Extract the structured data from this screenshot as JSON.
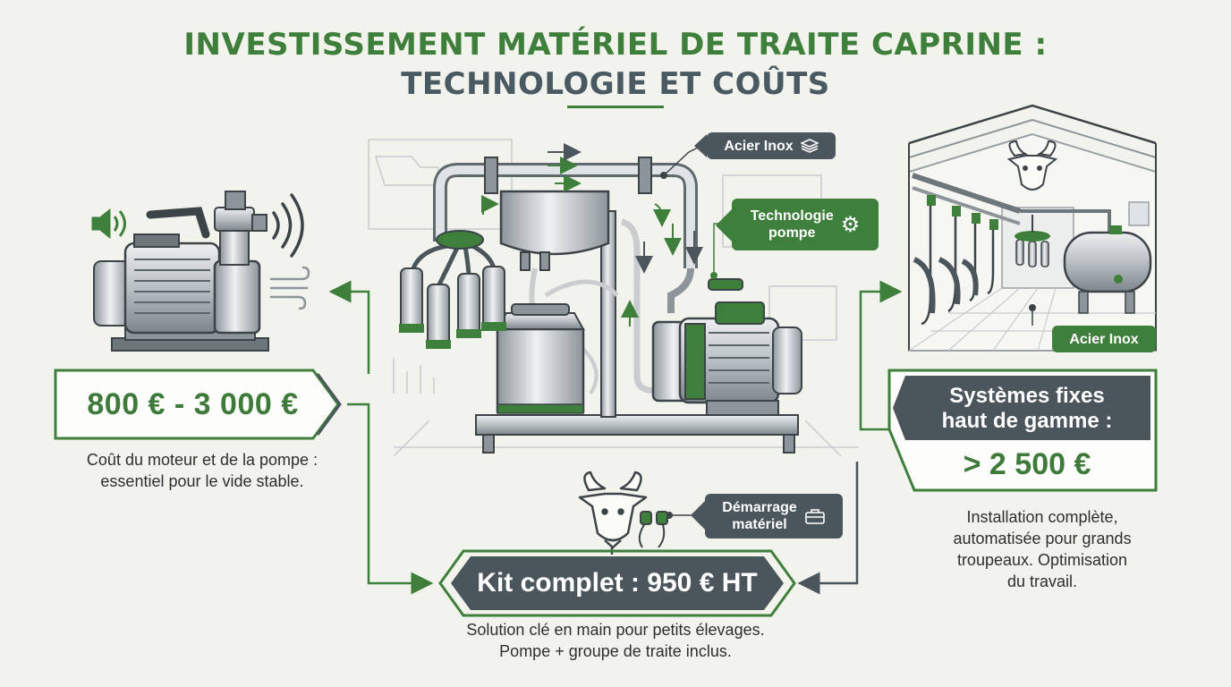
{
  "title": {
    "line1": "INVESTISSEMENT MATÉRIEL DE TRAITE CAPRINE :",
    "line2": "TECHNOLOGIE ET COÛTS"
  },
  "left": {
    "price": "800 € - 3 000 €",
    "description_line1": "Coût du moteur et de la pompe :",
    "description_line2": "essentiel pour le vide stable."
  },
  "center": {
    "label_steel": "Acier Inox",
    "label_technology_line1": "Technologie",
    "label_technology_line2": "pompe",
    "label_start_line1": "Démarrage",
    "label_start_line2": "matériel",
    "kit_price": "Kit complet : 950 € HT",
    "description_line1": "Solution clé en main pour petits élevages.",
    "description_line2": "Pompe + groupe de traite inclus."
  },
  "right": {
    "label_steel": "Acier Inox",
    "heading_line1": "Systèmes fixes",
    "heading_line2": "haut de gamme :",
    "price": "> 2 500 €",
    "description_line1": "Installation complète,",
    "description_line2": "automatisée pour grands",
    "description_line3": "troupeaux. Optimisation",
    "description_line4": "du travail."
  },
  "colors": {
    "green": "#3f7f3c",
    "dark": "#4a555c",
    "background": "#f3f3ee",
    "steel": "#b8bec2"
  },
  "icons": [
    "speaker-icon",
    "sound-waves-icon",
    "airflow-icon",
    "layers-icon",
    "gear-icon",
    "toolbox-icon",
    "goat-icon"
  ]
}
